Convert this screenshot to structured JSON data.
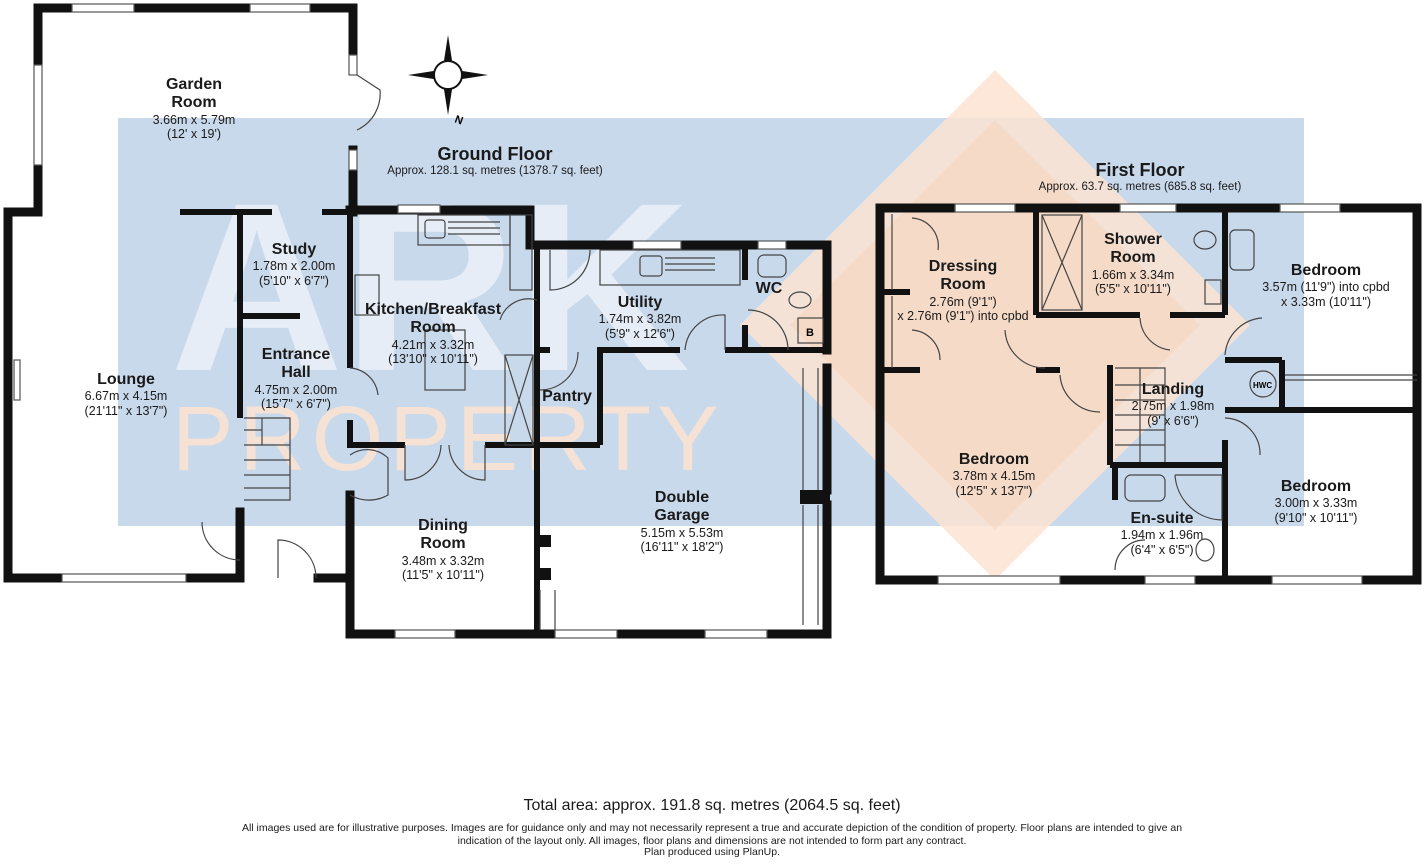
{
  "watermark": {
    "brand": "ARK",
    "sub": "PROPERTY"
  },
  "compass": {
    "north_label": "N"
  },
  "ground_floor": {
    "title": "Ground Floor",
    "area": "Approx. 128.1 sq. metres (1378.7 sq. feet)",
    "rooms": {
      "garden_room": {
        "name_line1": "Garden",
        "name_line2": "Room",
        "dim_metric": "3.66m x 5.79m",
        "dim_imperial": "(12' x 19')"
      },
      "study": {
        "name": "Study",
        "dim_metric": "1.78m x 2.00m",
        "dim_imperial": "(5'10\" x 6'7\")"
      },
      "kitchen": {
        "name_line1": "Kitchen/Breakfast",
        "name_line2": "Room",
        "dim_metric": "4.21m x 3.32m",
        "dim_imperial": "(13'10\" x 10'11\")"
      },
      "utility": {
        "name": "Utility",
        "dim_metric": "1.74m x 3.82m",
        "dim_imperial": "(5'9\" x 12'6\")"
      },
      "wc": {
        "name": "WC",
        "boiler_label": "B"
      },
      "entrance_hall": {
        "name_line1": "Entrance",
        "name_line2": "Hall",
        "dim_metric": "4.75m x 2.00m",
        "dim_imperial": "(15'7\" x 6'7\")"
      },
      "lounge": {
        "name": "Lounge",
        "dim_metric": "6.67m x 4.15m",
        "dim_imperial": "(21'11\" x 13'7\")"
      },
      "pantry": {
        "name": "Pantry"
      },
      "dining_room": {
        "name_line1": "Dining",
        "name_line2": "Room",
        "dim_metric": "3.48m x 3.32m",
        "dim_imperial": "(11'5\" x 10'11\")"
      },
      "double_garage": {
        "name_line1": "Double",
        "name_line2": "Garage",
        "dim_metric": "5.15m x 5.53m",
        "dim_imperial": "(16'11\" x 18'2\")"
      }
    }
  },
  "first_floor": {
    "title": "First Floor",
    "area": "Approx. 63.7 sq. metres (685.8 sq. feet)",
    "rooms": {
      "dressing_room": {
        "name_line1": "Dressing",
        "name_line2": "Room",
        "dim_metric": "2.76m (9'1\")",
        "dim_imperial": "x 2.76m (9'1\") into cpbd"
      },
      "shower_room": {
        "name_line1": "Shower",
        "name_line2": "Room",
        "dim_metric": "1.66m x 3.34m",
        "dim_imperial": "(5'5\" x 10'11\")"
      },
      "bedroom_ne": {
        "name": "Bedroom",
        "dim_metric": "3.57m (11'9\") into cpbd",
        "dim_imperial": "x 3.33m (10'11\")"
      },
      "landing": {
        "name": "Landing",
        "dim_metric": "2.75m x 1.98m",
        "dim_imperial": "(9' x 6'6\")",
        "hwc_label": "HWC"
      },
      "bedroom_main": {
        "name": "Bedroom",
        "dim_metric": "3.78m x 4.15m",
        "dim_imperial": "(12'5\" x 13'7\")"
      },
      "bedroom_se": {
        "name": "Bedroom",
        "dim_metric": "3.00m x 3.33m",
        "dim_imperial": "(9'10\" x 10'11\")"
      },
      "en_suite": {
        "name": "En-suite",
        "dim_metric": "1.94m x 1.96m",
        "dim_imperial": "(6'4\" x 6'5\")"
      }
    }
  },
  "footer": {
    "total_area": "Total area: approx. 191.8 sq. metres (2064.5 sq. feet)",
    "disclaimer": "All images used are for illustrative purposes. Images are for guidance only and may not necessarily represent a true and accurate depiction of the condition of property. Floor plans are intended to give an indication of the layout only. All images, floor plans and dimensions are not intended to form part any contract.",
    "produced_by": "Plan produced using PlanUp."
  },
  "colors": {
    "watermark_blue": "#c9d9ec",
    "watermark_peach": "#fbe3d2",
    "wall": "#111111"
  }
}
